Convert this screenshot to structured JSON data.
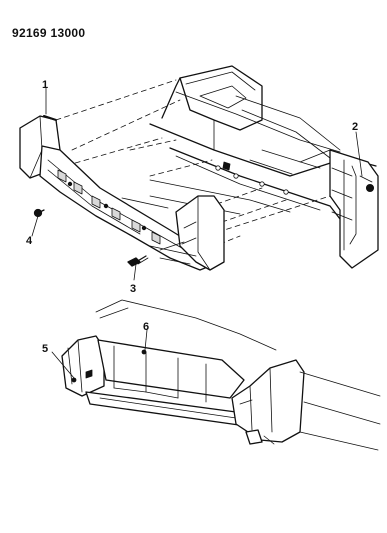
{
  "document": {
    "id": "92169 13000"
  },
  "callouts": [
    {
      "key": "1",
      "label": "1"
    },
    {
      "key": "2",
      "label": "2"
    },
    {
      "key": "3",
      "label": "3"
    },
    {
      "key": "4",
      "label": "4"
    },
    {
      "key": "5",
      "label": "5"
    },
    {
      "key": "6",
      "label": "6"
    }
  ]
}
